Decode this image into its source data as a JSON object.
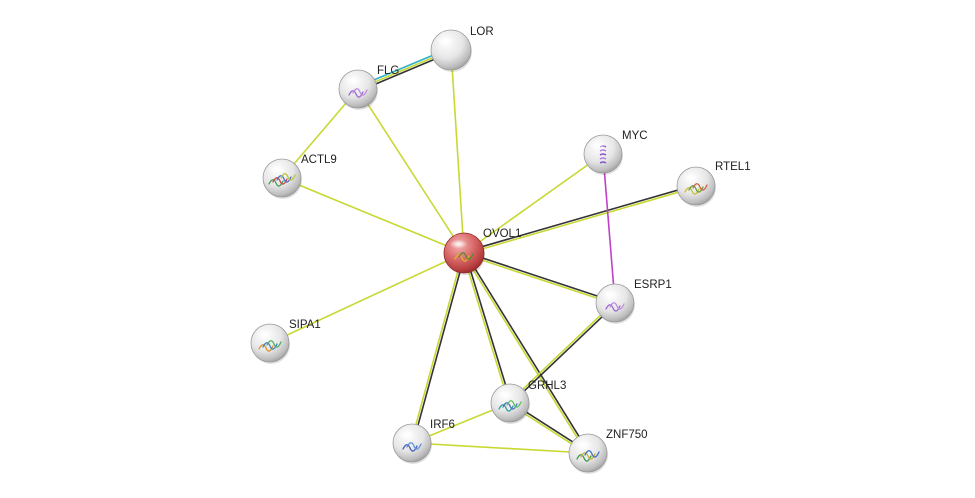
{
  "network": {
    "nodes": [
      {
        "id": "OVOL1",
        "label": "OVOL1",
        "color": "#cc4e4e",
        "query": true,
        "structure": "red-squiggle"
      },
      {
        "id": "LOR",
        "label": "LOR",
        "color": "#cfcfcf",
        "structure": "none"
      },
      {
        "id": "FLG",
        "label": "FLG",
        "color": "#cfcfcf",
        "structure": "purple-ribbon"
      },
      {
        "id": "ACTL9",
        "label": "ACTL9",
        "color": "#cfcfcf",
        "structure": "multicolor-ribbon"
      },
      {
        "id": "MYC",
        "label": "MYC",
        "color": "#cfcfcf",
        "structure": "purple-helix"
      },
      {
        "id": "RTEL1",
        "label": "RTEL1",
        "color": "#cfcfcf",
        "structure": "yellow-ribbon"
      },
      {
        "id": "ESRP1",
        "label": "ESRP1",
        "color": "#cfcfcf",
        "structure": "purple-ribbon"
      },
      {
        "id": "SIPA1",
        "label": "SIPA1",
        "color": "#cfcfcf",
        "structure": "orange-blue-ribbon"
      },
      {
        "id": "GRHL3",
        "label": "GRHL3",
        "color": "#cfcfcf",
        "structure": "teal-ribbon"
      },
      {
        "id": "IRF6",
        "label": "IRF6",
        "color": "#cfcfcf",
        "structure": "blue-ribbon"
      },
      {
        "id": "ZNF750",
        "label": "ZNF750",
        "color": "#cfcfcf",
        "structure": "green-yellow-ribbon"
      }
    ],
    "edges": [
      {
        "source": "OVOL1",
        "target": "LOR",
        "evidence": [
          "textmining"
        ]
      },
      {
        "source": "OVOL1",
        "target": "FLG",
        "evidence": [
          "textmining"
        ]
      },
      {
        "source": "OVOL1",
        "target": "ACTL9",
        "evidence": [
          "textmining"
        ]
      },
      {
        "source": "OVOL1",
        "target": "MYC",
        "evidence": [
          "textmining"
        ]
      },
      {
        "source": "OVOL1",
        "target": "RTEL1",
        "evidence": [
          "coexpression",
          "textmining"
        ]
      },
      {
        "source": "OVOL1",
        "target": "ESRP1",
        "evidence": [
          "coexpression",
          "textmining"
        ]
      },
      {
        "source": "OVOL1",
        "target": "SIPA1",
        "evidence": [
          "textmining"
        ]
      },
      {
        "source": "OVOL1",
        "target": "GRHL3",
        "evidence": [
          "coexpression",
          "textmining"
        ]
      },
      {
        "source": "OVOL1",
        "target": "IRF6",
        "evidence": [
          "coexpression",
          "textmining"
        ]
      },
      {
        "source": "OVOL1",
        "target": "ZNF750",
        "evidence": [
          "coexpression",
          "textmining"
        ]
      },
      {
        "source": "FLG",
        "target": "LOR",
        "evidence": [
          "database",
          "textmining",
          "coexpression"
        ]
      },
      {
        "source": "FLG",
        "target": "ACTL9",
        "evidence": [
          "textmining"
        ]
      },
      {
        "source": "MYC",
        "target": "ESRP1",
        "evidence": [
          "experiments"
        ]
      },
      {
        "source": "ESRP1",
        "target": "GRHL3",
        "evidence": [
          "coexpression",
          "textmining"
        ]
      },
      {
        "source": "GRHL3",
        "target": "IRF6",
        "evidence": [
          "textmining"
        ]
      },
      {
        "source": "GRHL3",
        "target": "ZNF750",
        "evidence": [
          "coexpression",
          "textmining"
        ]
      },
      {
        "source": "IRF6",
        "target": "ZNF750",
        "evidence": [
          "textmining"
        ]
      }
    ],
    "evidence_colors": {
      "textmining": "#c8d832",
      "coexpression": "#333333",
      "database": "#30b0c8",
      "experiments": "#c040c8"
    }
  }
}
